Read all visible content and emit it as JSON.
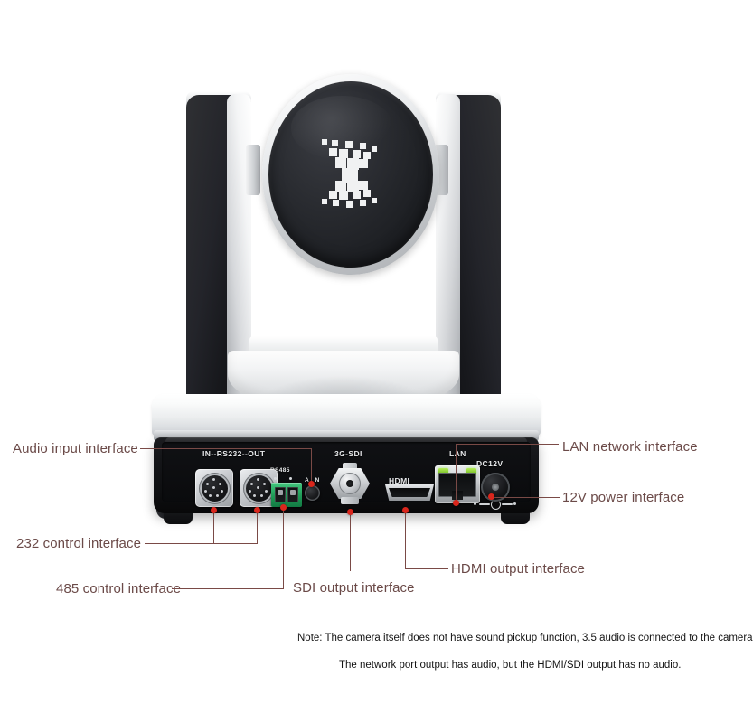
{
  "product": {
    "type": "ptz-conference-camera",
    "body_color": "#f2f3f4",
    "panel_color": "#121316",
    "accent_color": "#d9261c",
    "annotation_text_color": "#6b4a48",
    "leader_line_color": "#7a4a46",
    "logo_alt": "pixelated-x-lens-logo"
  },
  "panel_labels": [
    {
      "id": "rs232",
      "text": "IN--RS232--OUT"
    },
    {
      "id": "rs485",
      "text": "RS485"
    },
    {
      "id": "audio",
      "text": "A N"
    },
    {
      "id": "sdi",
      "text": "3G-SDI"
    },
    {
      "id": "hdmi",
      "text": "HDMI"
    },
    {
      "id": "lan",
      "text": "LAN"
    },
    {
      "id": "dc",
      "text": "DC12V"
    }
  ],
  "annotations": [
    {
      "id": "audio-input",
      "text": "Audio input interface",
      "target": "3.5mm audio jack"
    },
    {
      "id": "ctrl-232",
      "text": "232 control interface",
      "target": "mini-DIN RS232 IN and OUT"
    },
    {
      "id": "ctrl-485",
      "text": "485 control interface",
      "target": "RS485 green terminal block"
    },
    {
      "id": "sdi-output",
      "text": "SDI output interface",
      "target": "3G-SDI BNC"
    },
    {
      "id": "hdmi-output",
      "text": "HDMI output interface",
      "target": "HDMI port"
    },
    {
      "id": "lan-network",
      "text": "LAN network interface",
      "target": "RJ45 LAN"
    },
    {
      "id": "power-12v",
      "text": "12V power interface",
      "target": "DC12V barrel jack"
    }
  ],
  "note": {
    "line1": "Note: The camera itself does not have sound pickup function, 3.5 audio is connected to the camera",
    "line2": "The network port output has audio, but the HDMI/SDI output has no audio."
  }
}
